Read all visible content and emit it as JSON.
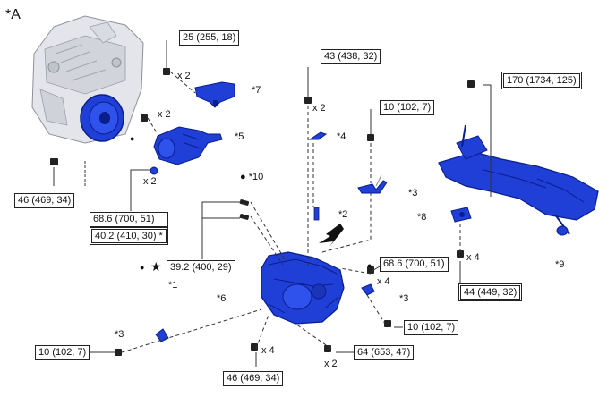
{
  "figure_label": "*A",
  "callouts": {
    "c7": "*7",
    "c5": "*5",
    "c4": "*4",
    "c3a": "*3",
    "c10": "*10",
    "c2": "*2",
    "c8": "*8",
    "c9": "*9",
    "c1": "*1",
    "c6": "*6",
    "c3b": "*3",
    "c3c": "*3"
  },
  "torques": {
    "t25": "25 (255, 18)",
    "t43": "43 (438, 32)",
    "t10a": "10 (102, 7)",
    "t170": "170 (1734, 125)",
    "t46a": "46 (469, 34)",
    "t686a": "68.6 (700, 51)",
    "t402": "40.2 (410, 30) *",
    "t392": "39.2 (400, 29)",
    "t686b": "68.6 (700, 51)",
    "t44": "44 (449, 32)",
    "t10b": "10 (102, 7)",
    "t10c": "10 (102, 7)",
    "t64": "64 (653, 47)",
    "t46b": "46 (469, 34)"
  },
  "quantities": {
    "q1": "x 2",
    "q2": "x 2",
    "q3": "x 2",
    "q4": "x 2",
    "q5": "x 4",
    "q6": "x 4",
    "q7": "x 4",
    "q8": "x 2"
  },
  "symbols": {
    "star": "★",
    "dot": "●"
  },
  "colors": {
    "part_blue": "#1f3fd6",
    "part_dark": "#0a1e8c",
    "line": "#333333",
    "engine_gray": "#c9ccd3"
  }
}
